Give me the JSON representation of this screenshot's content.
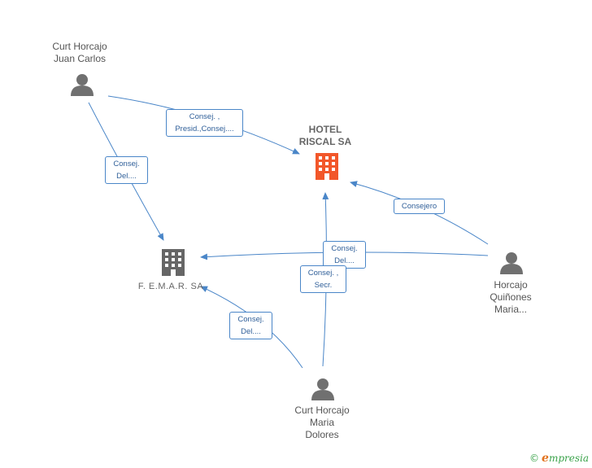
{
  "nodes": {
    "hotel": {
      "line1": "HOTEL",
      "line2": "RISCAL SA",
      "icon": "building-icon",
      "color": "#f2572a"
    },
    "femar": {
      "label": "F. E.M.A.R. SA",
      "icon": "building-icon",
      "color": "#666666"
    },
    "curt_juan": {
      "line1": "Curt Horcajo",
      "line2": "Juan Carlos",
      "icon": "person-icon"
    },
    "horcajo_maria": {
      "line1": "Horcajo",
      "line2": "Quiñones",
      "line3": "Maria...",
      "icon": "person-icon"
    },
    "curt_maria": {
      "line1": "Curt Horcajo",
      "line2": "Maria",
      "line3": "Dolores",
      "icon": "person-icon"
    }
  },
  "edges": {
    "juan_hotel": {
      "line1": "Consej. ,",
      "line2": "Presid.,Consej...."
    },
    "juan_femar": {
      "line1": "Consej.",
      "line2": "Del...."
    },
    "horcajo_hotel": {
      "line1": "Consejero"
    },
    "horcajo_femar": {
      "line1": "Consej.",
      "line2": "Del...."
    },
    "dolores_hotel": {
      "line1": "Consej. ,",
      "line2": "Secr."
    },
    "dolores_femar": {
      "line1": "Consej.",
      "line2": "Del...."
    }
  },
  "brand": {
    "copyright": "©",
    "initial": "e",
    "rest": "mpresia"
  },
  "colors": {
    "edge": "#4a86c8",
    "person": "#707070"
  }
}
